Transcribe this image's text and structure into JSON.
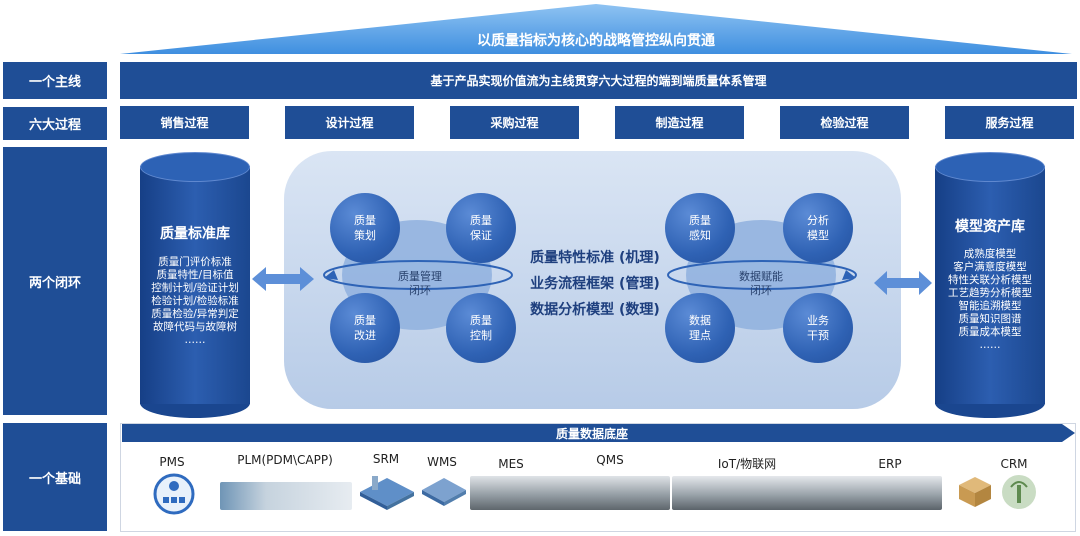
{
  "top_title": "以质量指标为核心的战略管控纵向贯通",
  "rows": {
    "main_line": "一个主线",
    "six_processes": "六大过程",
    "two_loops": "两个闭环",
    "one_base": "一个基础"
  },
  "main_line_text": "基于产品实现价值流为主线贯穿六大过程的端到端质量体系管理",
  "processes": [
    "销售过程",
    "设计过程",
    "采购过程",
    "制造过程",
    "检验过程",
    "服务过程"
  ],
  "left_db": {
    "title": "质量标准库",
    "items": [
      "质量门评价标准",
      "质量特性/目标值",
      "控制计划/验证计划",
      "检验计划/检验标准",
      "质量检验/异常判定",
      "故障代码与故障树",
      "……"
    ]
  },
  "right_db": {
    "title": "模型资产库",
    "items": [
      "成熟度模型",
      "客户满意度模型",
      "特性关联分析模型",
      "工艺趋势分析模型",
      "智能追溯模型",
      "质量知识图谱",
      "质量成本模型",
      "……"
    ]
  },
  "left_loop": {
    "label_line1": "质量管理",
    "label_line2": "闭环",
    "nodes": [
      {
        "l1": "质量",
        "l2": "策划"
      },
      {
        "l1": "质量",
        "l2": "保证"
      },
      {
        "l1": "质量",
        "l2": "改进"
      },
      {
        "l1": "质量",
        "l2": "控制"
      }
    ]
  },
  "right_loop": {
    "label_line1": "数据赋能",
    "label_line2": "闭环",
    "nodes": [
      {
        "l1": "质量",
        "l2": "感知"
      },
      {
        "l1": "分析",
        "l2": "模型"
      },
      {
        "l1": "数据",
        "l2": "理点"
      },
      {
        "l1": "业务",
        "l2": "干预"
      }
    ]
  },
  "center_lines": [
    "质量特性标准 (机理)",
    "业务流程框架 (管理)",
    "数据分析模型 (数理)"
  ],
  "foundation": {
    "title": "质量数据底座",
    "systems": [
      "PMS",
      "PLM(PDM\\CAPP)",
      "SRM",
      "WMS",
      "MES",
      "QMS",
      "IoT/物联网",
      "ERP",
      "CRM"
    ]
  },
  "colors": {
    "dark_blue": "#1f4e96",
    "light_blue": "#4f8fe0",
    "area_bg": "#c7d7ee"
  }
}
